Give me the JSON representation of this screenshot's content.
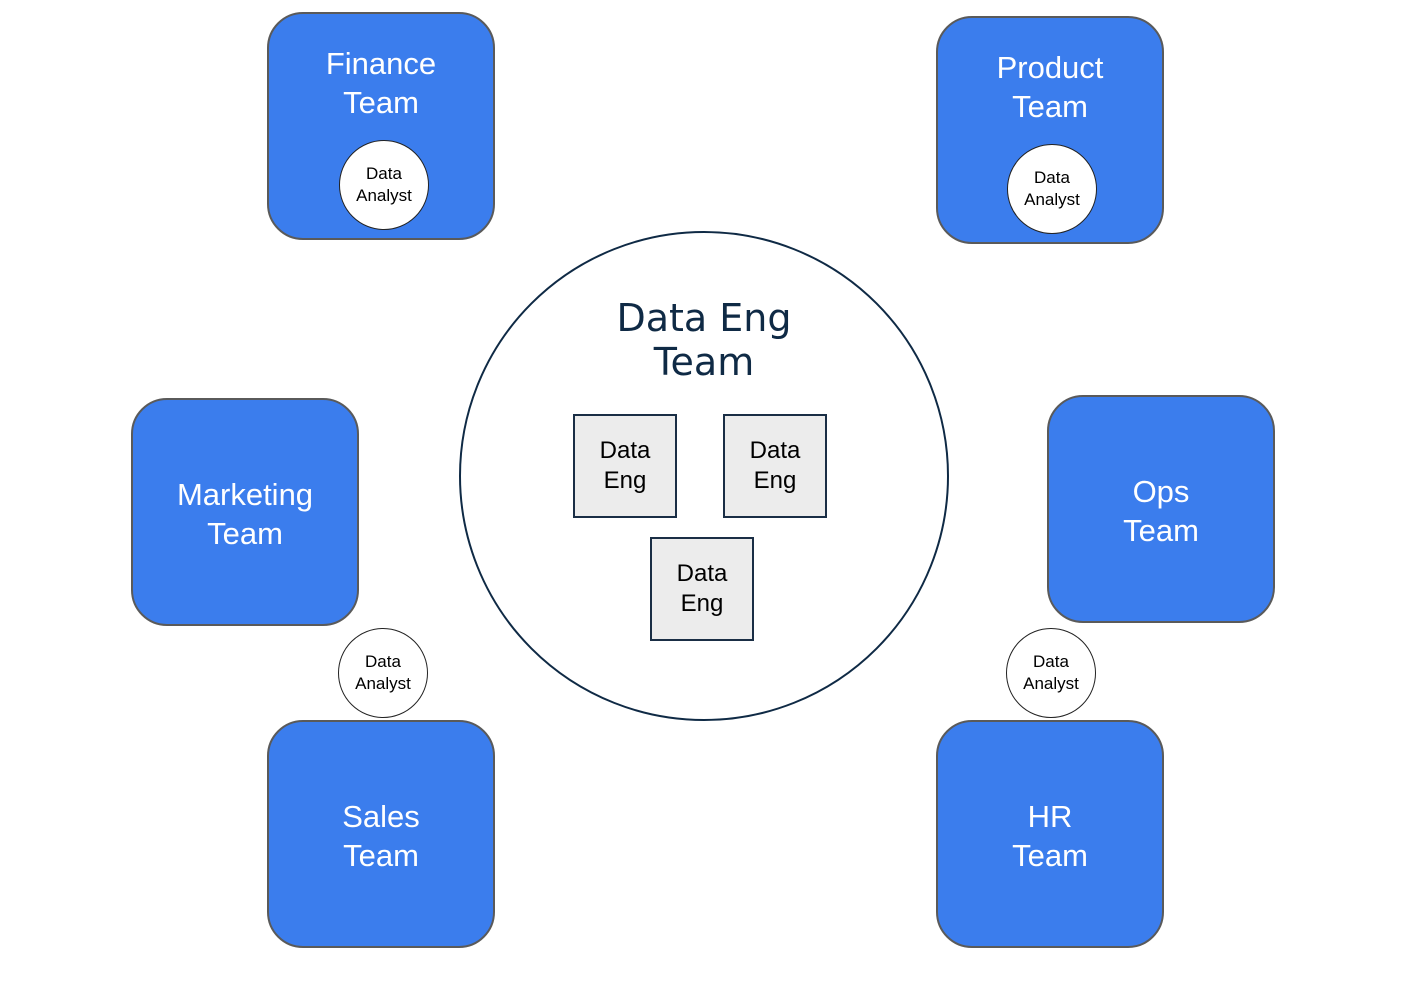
{
  "colors": {
    "team_fill": "#3b7ded",
    "team_border": "#5a5a5a",
    "hub_border": "#0f2a45",
    "engineer_fill": "#ececec"
  },
  "teams": {
    "finance": {
      "line1": "Finance",
      "line2": "Team"
    },
    "product": {
      "line1": "Product",
      "line2": "Team"
    },
    "marketing": {
      "line1": "Marketing",
      "line2": "Team"
    },
    "ops": {
      "line1": "Ops",
      "line2": "Team"
    },
    "sales": {
      "line1": "Sales",
      "line2": "Team"
    },
    "hr": {
      "line1": "HR",
      "line2": "Team"
    }
  },
  "analyst": {
    "line1": "Data",
    "line2": "Analyst"
  },
  "hub": {
    "title_line1": "Data Eng",
    "title_line2": "Team",
    "engineer": {
      "line1": "Data",
      "line2": "Eng"
    }
  }
}
